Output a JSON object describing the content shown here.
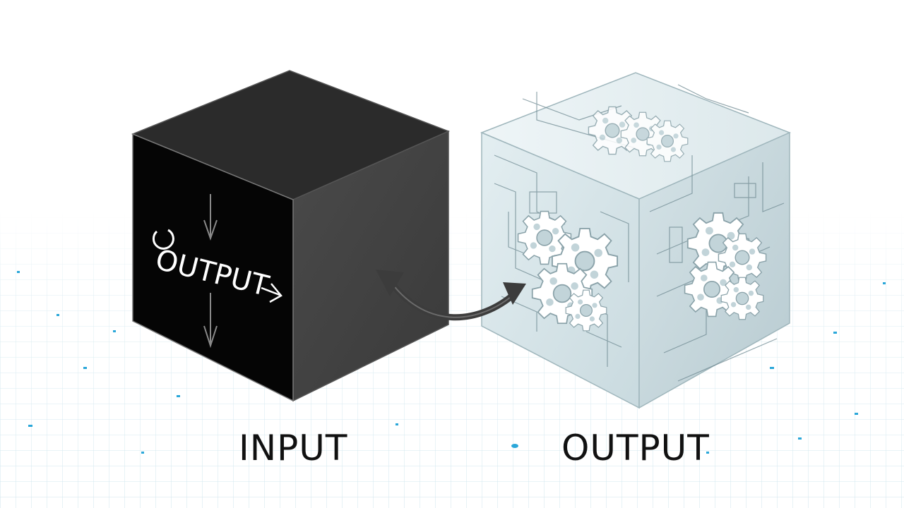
{
  "colors": {
    "background": "#ffffff",
    "floor_grid": "#cfe6ee",
    "floor_dots": "#2aa7d9",
    "black_box_front": "#050505",
    "black_box_side": "#454545",
    "black_box_top": "#2b2b2b",
    "glass_box": "#d6e6ea",
    "glass_lines": "#6f8a92",
    "gear_fill": "#ffffff",
    "arrow": "#3c3c3c",
    "caption_text": "#111111"
  },
  "black_box": {
    "face_text": "OUTPUT",
    "icons": [
      "down-arrow-icon",
      "down-arrow-icon",
      "right-arrow-icon",
      "circle-icon"
    ]
  },
  "glass_box": {
    "icons": [
      "gear-icon",
      "circuit-board-icon"
    ]
  },
  "connector": {
    "icon": "double-headed-curved-arrow-icon"
  },
  "labels": {
    "left": "INPUT",
    "right": "OUTPUT"
  }
}
